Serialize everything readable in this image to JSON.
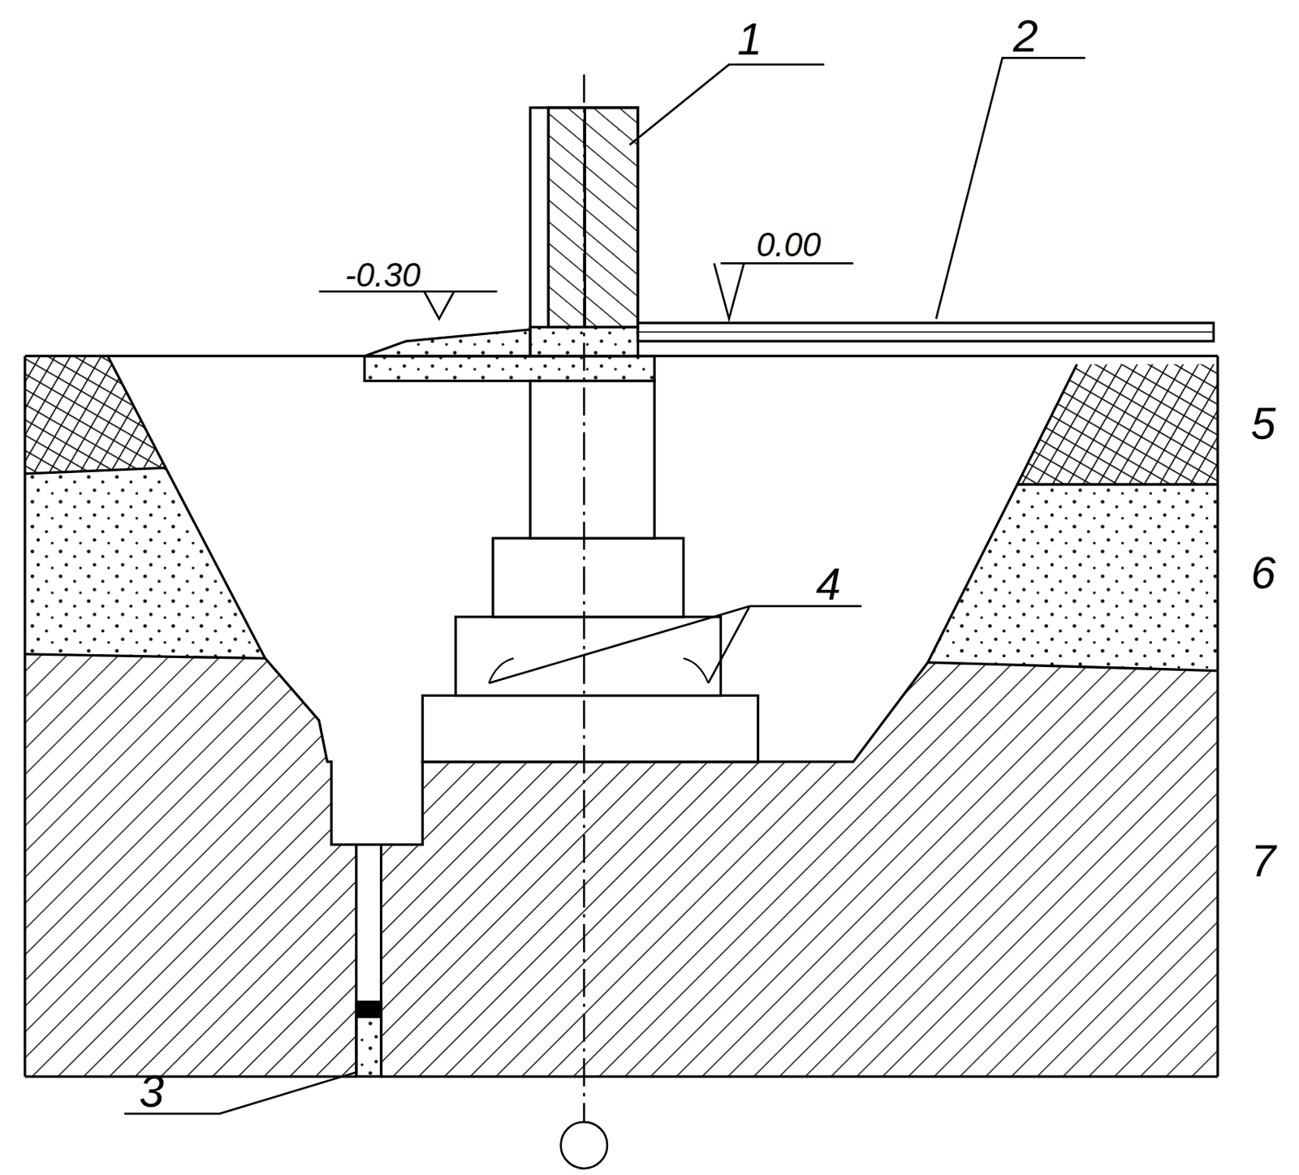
{
  "diagram": {
    "labels": [
      "1",
      "2",
      "-0.30",
      "0.00",
      "4",
      "5",
      "6",
      "7",
      "3"
    ]
  }
}
